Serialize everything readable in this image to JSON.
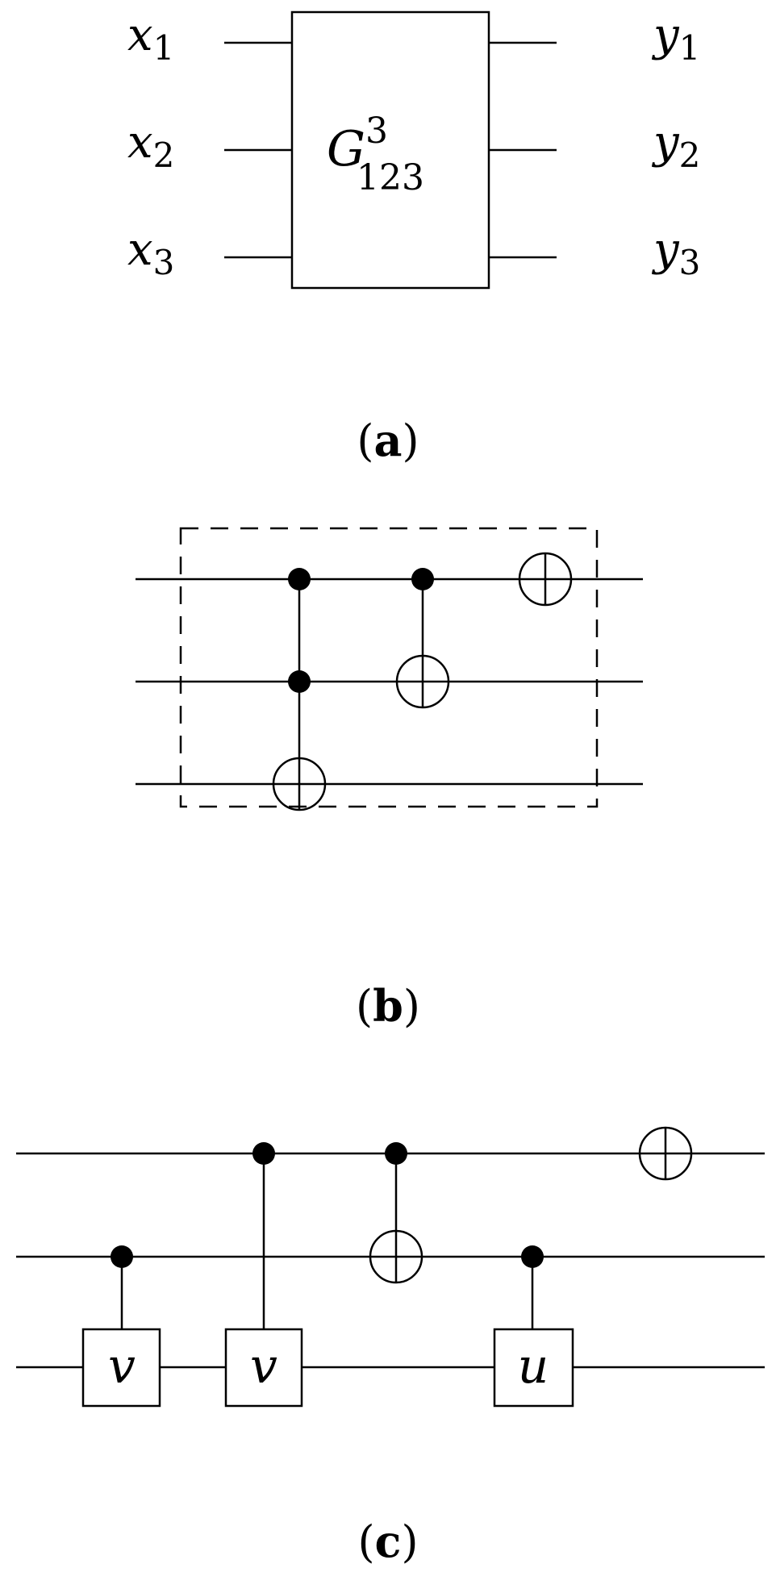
{
  "panel_a": {
    "inputs": [
      {
        "base": "x",
        "sub": "1"
      },
      {
        "base": "x",
        "sub": "2"
      },
      {
        "base": "x",
        "sub": "3"
      }
    ],
    "outputs": [
      {
        "base": "y",
        "sub": "1"
      },
      {
        "base": "y",
        "sub": "2"
      },
      {
        "base": "y",
        "sub": "3"
      }
    ],
    "gate": {
      "base": "G",
      "sup": "3",
      "sub": "123"
    },
    "caption": {
      "open": "(",
      "letter": "a",
      "close": ")"
    }
  },
  "panel_b": {
    "caption": {
      "open": "(",
      "letter": "b",
      "close": ")"
    }
  },
  "panel_c": {
    "gates": [
      {
        "label": "v"
      },
      {
        "label": "v"
      },
      {
        "label": "u"
      }
    ],
    "caption": {
      "open": "(",
      "letter": "c",
      "close": ")"
    }
  }
}
